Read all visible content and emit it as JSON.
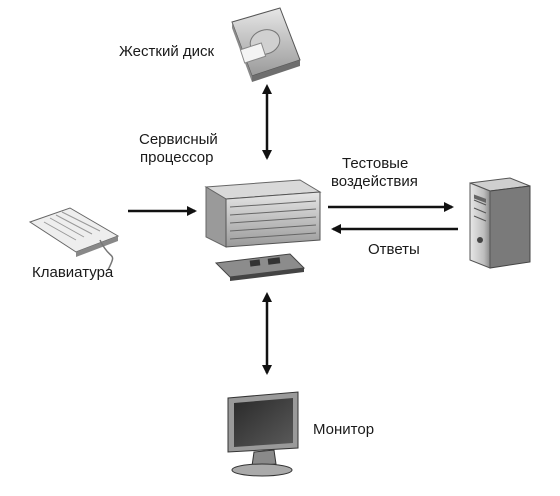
{
  "labels": {
    "hard_disk": "Жесткий диск",
    "service_processor_line1": "Сервисный",
    "service_processor_line2": "процессор",
    "test_line1": "Тестовые",
    "test_line2": "воздействия",
    "responses": "Ответы",
    "keyboard": "Клавиатура",
    "monitor": "Монитор"
  }
}
